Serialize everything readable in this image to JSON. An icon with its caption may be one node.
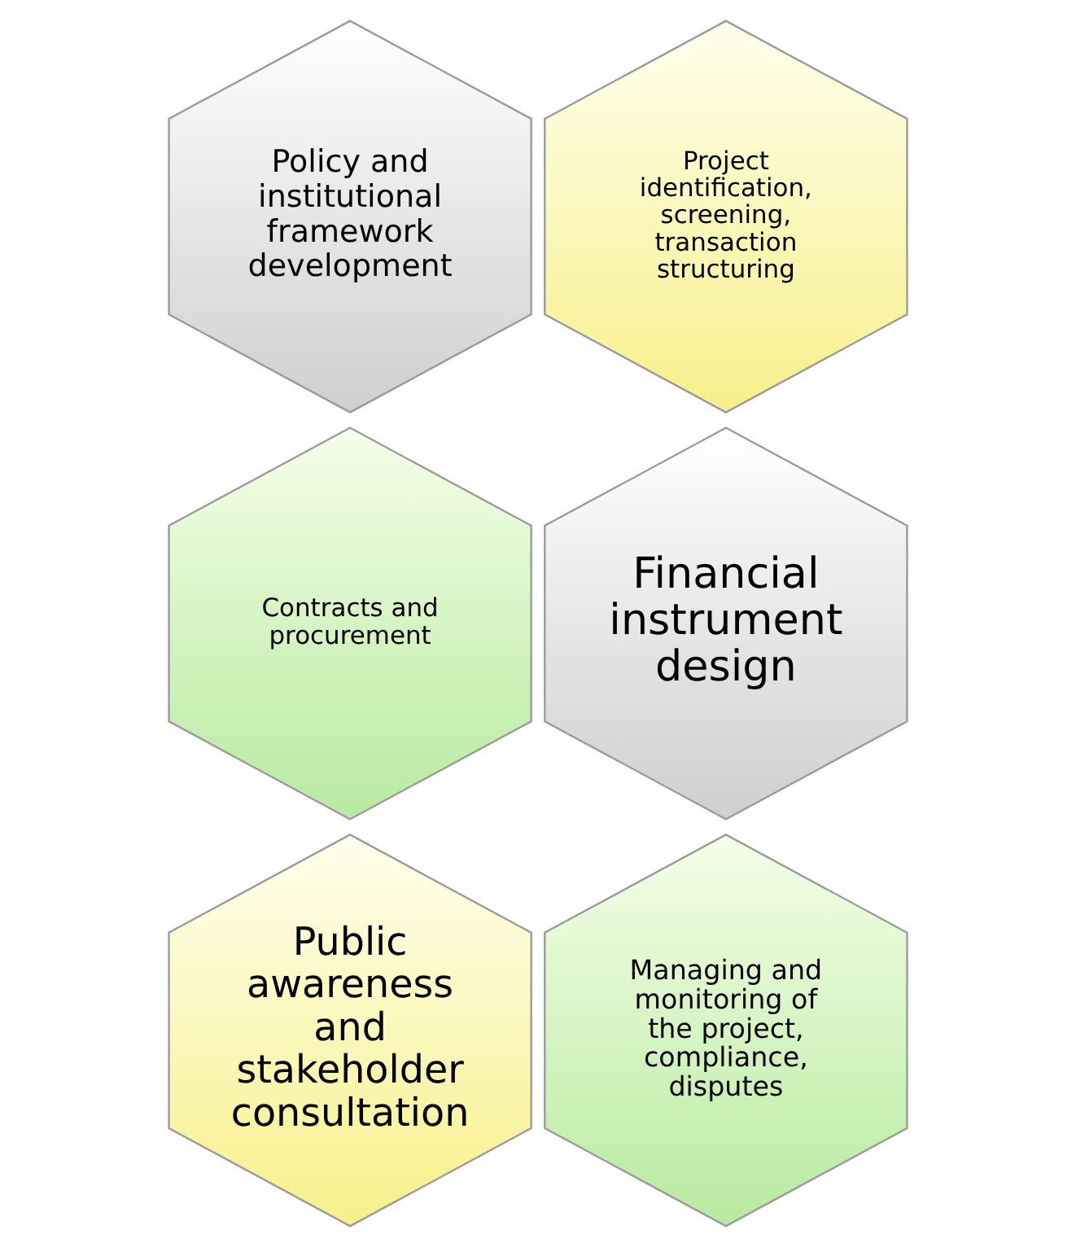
{
  "diagram": {
    "nodes": [
      {
        "text": [
          "Policy and institutional framework development"
        ]
      },
      {
        "text": [
          "Project identification, screening, transaction structuring"
        ]
      },
      {
        "text": [
          "Contracts and procurement"
        ]
      },
      {
        "text": [
          "Financial instrument design"
        ]
      },
      {
        "text": [
          "Public awareness and stakeholder consultation"
        ]
      },
      {
        "text": [
          "Managing and monitoring of the project, compliance, disputes"
        ]
      }
    ],
    "edges": []
  }
}
